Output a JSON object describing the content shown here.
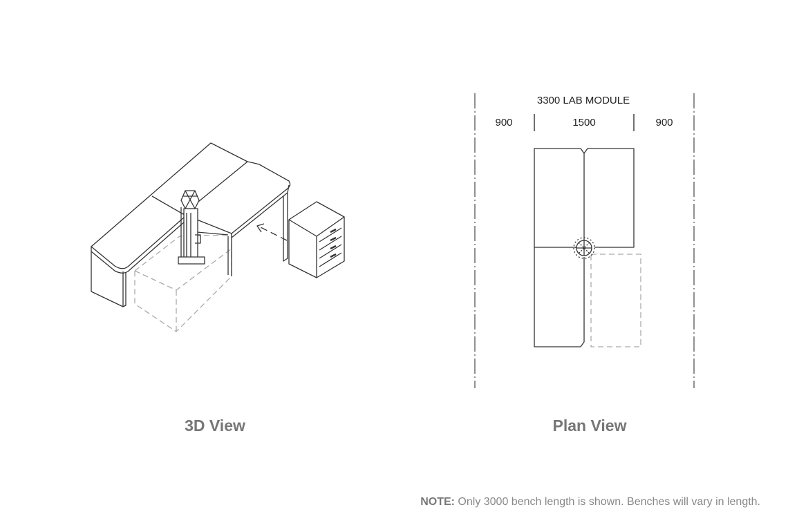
{
  "views": {
    "three_d": {
      "label": "3D View"
    },
    "plan": {
      "label": "Plan View",
      "module_label": "3300 LAB MODULE",
      "dims": [
        "900",
        "1500",
        "900"
      ]
    }
  },
  "note": {
    "prefix": "NOTE:",
    "text": " Only 3000 bench length is shown. Benches will vary in length."
  }
}
